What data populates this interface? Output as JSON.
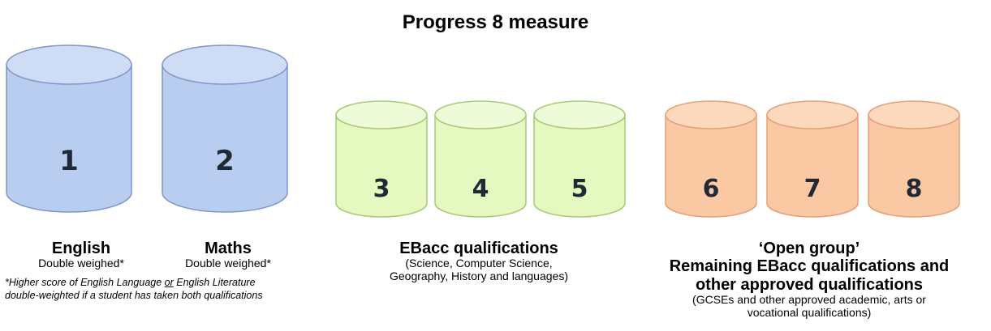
{
  "title": "Progress 8 measure",
  "colors": {
    "blue_fill": "#b9cdf0",
    "blue_top": "#cfdcf6",
    "blue_stroke": "#7d96c6",
    "green_fill": "#e4f8c0",
    "green_top": "#eefbd8",
    "green_stroke": "#a9c97a",
    "orange_fill": "#fbc8a4",
    "orange_top": "#fcd8bd",
    "orange_stroke": "#e3a07a"
  },
  "buckets": [
    {
      "number": "1",
      "group": "blue"
    },
    {
      "number": "2",
      "group": "blue"
    },
    {
      "number": "3",
      "group": "green"
    },
    {
      "number": "4",
      "group": "green"
    },
    {
      "number": "5",
      "group": "green"
    },
    {
      "number": "6",
      "group": "orange"
    },
    {
      "number": "7",
      "group": "orange"
    },
    {
      "number": "8",
      "group": "orange"
    }
  ],
  "labels": {
    "english": {
      "heading": "English",
      "sub": "Double weighed*"
    },
    "maths": {
      "heading": "Maths",
      "sub": "Double weighed*"
    },
    "ebacc": {
      "heading": "EBacc qualifications",
      "sub1": "(Science, Computer Science,",
      "sub2": "Geography, History and languages)"
    },
    "open": {
      "heading1": "‘Open group’",
      "heading2": "Remaining EBacc qualifications and",
      "heading3": "other approved qualifications",
      "sub1": "(GCSEs and other approved academic, arts or",
      "sub2": "vocational qualifications)"
    }
  },
  "footnote": {
    "part1": "*Higher score of English Language ",
    "or": "or",
    "part2": " English Literature",
    "line2": "double-weighted if a student has taken both qualifications"
  }
}
